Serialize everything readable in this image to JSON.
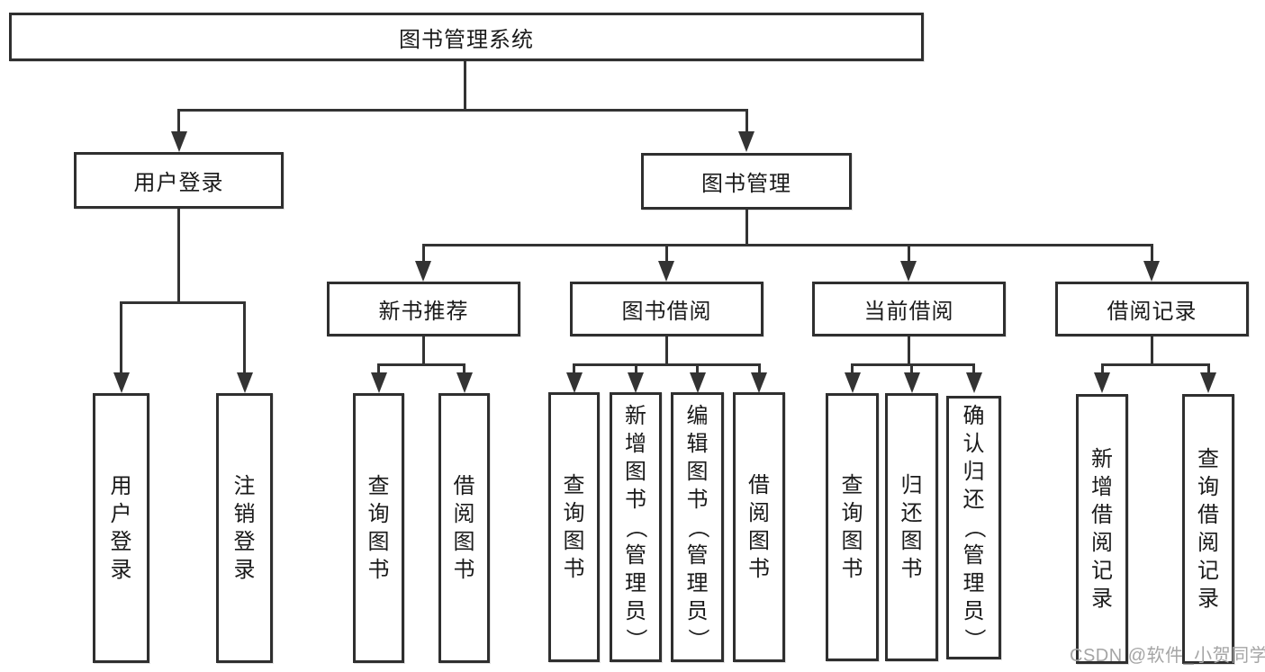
{
  "diagram": {
    "root": {
      "label": "图书管理系统"
    },
    "level2": [
      {
        "label": "用户登录"
      },
      {
        "label": "图书管理"
      }
    ],
    "user_login_children": [
      "用户登录",
      "注销登录"
    ],
    "book_mgmt_children": [
      {
        "label": "新书推荐",
        "children": [
          "查询图书",
          "借阅图书"
        ]
      },
      {
        "label": "图书借阅",
        "children": [
          "查询图书",
          "新增图书（管理员）",
          "编辑图书（管理员）",
          "借阅图书"
        ]
      },
      {
        "label": "当前借阅",
        "children": [
          "查询图书",
          "归还图书",
          "确认归还（管理员）"
        ]
      },
      {
        "label": "借阅记录",
        "children": [
          "新增借阅记录",
          "查询借阅记录"
        ]
      }
    ],
    "watermark": "CSDN @软件_小贺同学",
    "colors": {
      "line": "#333333",
      "text": "#1a1a1a",
      "box_fill": "#ffffff",
      "background": "#ffffff",
      "watermark": "#a5a5a5"
    }
  }
}
